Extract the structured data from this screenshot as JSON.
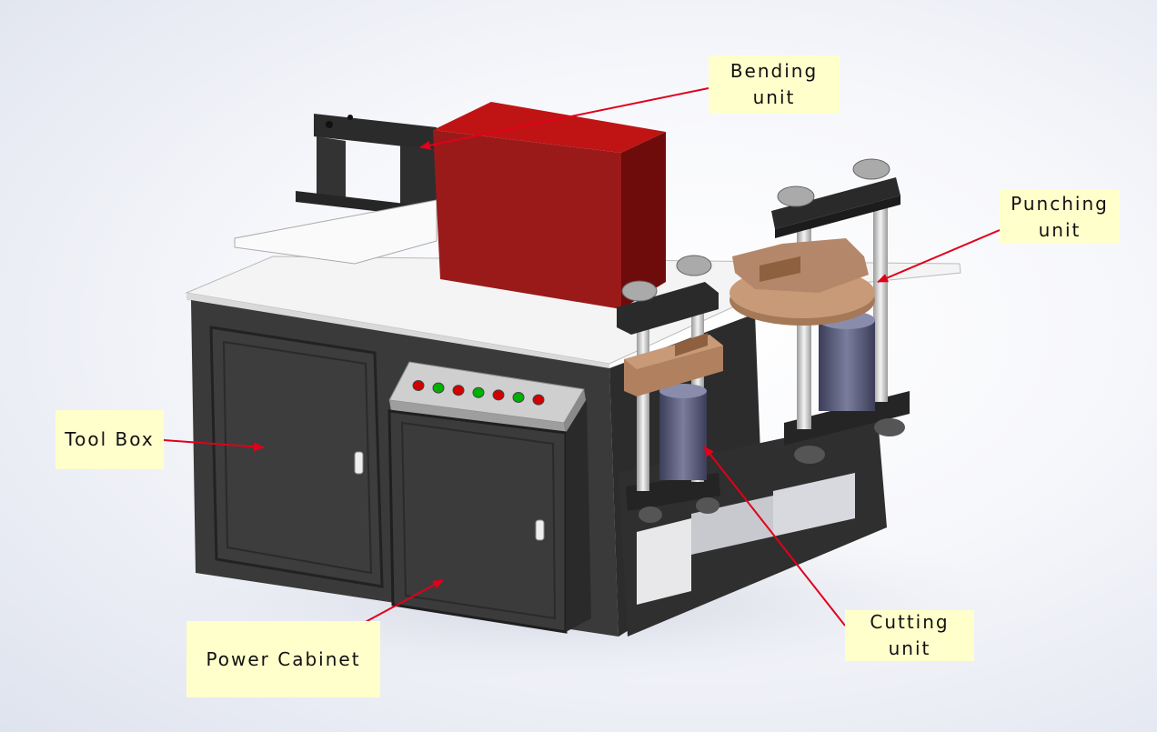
{
  "labels": {
    "bending": [
      "Bending",
      "unit"
    ],
    "punching": [
      "Punching",
      "unit"
    ],
    "tool_box": [
      "Tool Box"
    ],
    "power_cabinet": [
      "Power Cabinet"
    ],
    "cutting": [
      "Cutting",
      "unit"
    ]
  },
  "colors": {
    "label_bg": "#ffffcc",
    "arrow": "#e0001a",
    "cabinet": "#3a3a3a",
    "bending_unit": "#a01818",
    "die_plate": "#b58a6a",
    "cylinder": "#5a5c7a",
    "indicator_red": "#d10000",
    "indicator_green": "#00b000"
  },
  "control_panel": {
    "indicators": [
      "red",
      "green",
      "red",
      "green",
      "red",
      "green",
      "red"
    ]
  }
}
